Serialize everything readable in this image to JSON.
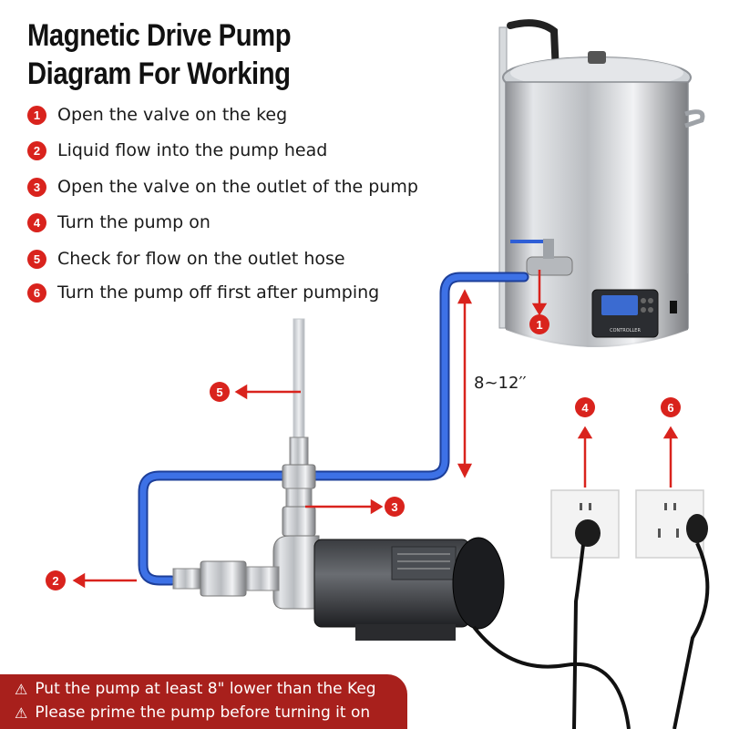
{
  "title": "Magnetic Drive Pump Diagram For Working",
  "steps": [
    {
      "num": "1",
      "text": "Open the valve on the keg"
    },
    {
      "num": "2",
      "text": "Liquid flow into the pump head"
    },
    {
      "num": "3",
      "text": "Open the valve on the outlet of the pump"
    },
    {
      "num": "4",
      "text": "Turn the pump on"
    },
    {
      "num": "5",
      "text": "Check for flow on the outlet hose"
    },
    {
      "num": "6",
      "text": "Turn the pump off first after pumping"
    }
  ],
  "distance_label": "8~12′′",
  "controller_label": "CONTROLLER",
  "warnings": [
    "Put the pump at least 8\" lower than the Keg",
    "Please prime the pump before turning it on"
  ],
  "colors": {
    "accent_red": "#d9231d",
    "hose_blue": "#2f5fd6",
    "warning_bg": "#a8201c"
  }
}
